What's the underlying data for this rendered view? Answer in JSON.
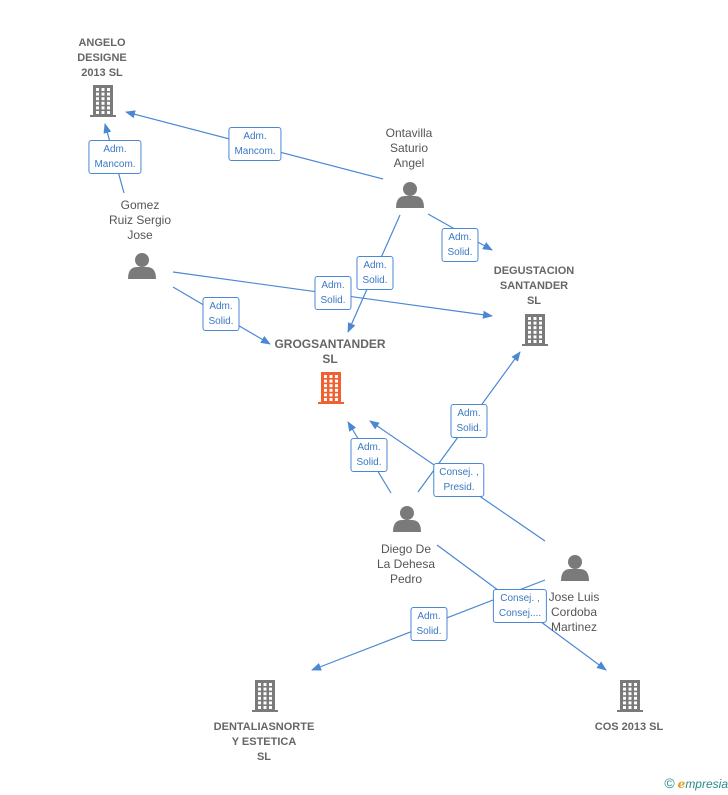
{
  "colors": {
    "edge": "#4a88d4",
    "node": "#7a7a7a",
    "highlight": "#f06030"
  },
  "nodes": [
    {
      "id": "angelo",
      "type": "company",
      "label": "ANGELO\nDESIGNE\n2013 SL"
    },
    {
      "id": "ontavilla",
      "type": "person",
      "label": "Ontavilla\nSaturio\nAngel"
    },
    {
      "id": "gomez",
      "type": "person",
      "label": "Gomez\nRuiz Sergio\nJose"
    },
    {
      "id": "degustacion",
      "type": "company",
      "label": "DEGUSTACION\nSANTANDER\nSL"
    },
    {
      "id": "grog",
      "type": "company",
      "label": "GROGSANTANDER\nSL",
      "highlight": true
    },
    {
      "id": "diego",
      "type": "person",
      "label": "Diego De\nLa Dehesa\nPedro"
    },
    {
      "id": "joseluis",
      "type": "person",
      "label": "Jose Luis\nCordoba\nMartinez"
    },
    {
      "id": "dentalias",
      "type": "company",
      "label": "DENTALIASNORTE\nY ESTETICA\nSL"
    },
    {
      "id": "cos",
      "type": "company",
      "label": "COS 2013  SL"
    }
  ],
  "edges": [
    {
      "from": "gomez",
      "to": "angelo",
      "label": "Adm.\nMancom."
    },
    {
      "from": "ontavilla",
      "to": "angelo",
      "label": "Adm.\nMancom."
    },
    {
      "from": "ontavilla",
      "to": "degustacion",
      "label": "Adm.\nSolid."
    },
    {
      "from": "ontavilla",
      "to": "grog",
      "label": "Adm.\nSolid."
    },
    {
      "from": "gomez",
      "to": "degustacion",
      "label": "Adm.\nSolid."
    },
    {
      "from": "gomez",
      "to": "grog",
      "label": "Adm.\nSolid."
    },
    {
      "from": "diego",
      "to": "degustacion",
      "label": "Adm.\nSolid."
    },
    {
      "from": "diego",
      "to": "grog",
      "label": "Adm.\nSolid."
    },
    {
      "from": "joseluis",
      "to": "grog",
      "label": "Consej. ,\nPresid."
    },
    {
      "from": "diego",
      "to": "cos",
      "label": "Consej. ,\nConsej...."
    },
    {
      "from": "joseluis",
      "to": "dentalias",
      "label": "Adm.\nSolid."
    }
  ],
  "footer": {
    "copyright": "©",
    "brand_initial": "e",
    "brand_rest": "mpresia"
  }
}
